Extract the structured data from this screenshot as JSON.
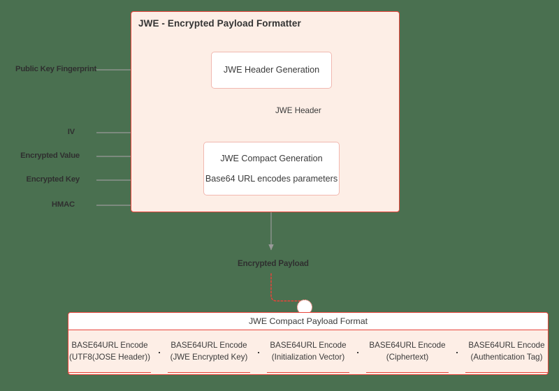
{
  "diagram": {
    "title": "JWE - Encrypted Payload Formatter",
    "background_color": "#4a7050",
    "container_fill": "#fdeee6",
    "container_border": "#e8443a",
    "box_fill": "#ffffff",
    "box_border": "#f1b8b0",
    "connector_color": "#9a9a9a"
  },
  "inputs": [
    {
      "label": "Public Key Fingerprint"
    },
    {
      "label": "IV"
    },
    {
      "label": "Encrypted Value"
    },
    {
      "label": "Encrypted Key"
    },
    {
      "label": "HMAC"
    }
  ],
  "processes": {
    "header_generation": {
      "line1": "JWE Header Generation"
    },
    "compact_generation": {
      "line1": "JWE Compact Generation",
      "line2": "Base64 URL encodes parameters"
    }
  },
  "edges": {
    "jwe_header_label": "JWE Header",
    "encrypted_payload_label": "Encrypted Payload"
  },
  "payload_format": {
    "title": "JWE Compact Payload Format",
    "separator": ".",
    "segments": [
      {
        "line1": "BASE64URL Encode",
        "line2": "(UTF8(JOSE Header))"
      },
      {
        "line1": "BASE64URL Encode",
        "line2": "(JWE Encrypted Key)"
      },
      {
        "line1": "BASE64URL Encode",
        "line2": "(Initialization Vector)"
      },
      {
        "line1": "BASE64URL Encode",
        "line2": "(Ciphertext)"
      },
      {
        "line1": "BASE64URL Encode",
        "line2": "(Authentication Tag)"
      }
    ]
  }
}
